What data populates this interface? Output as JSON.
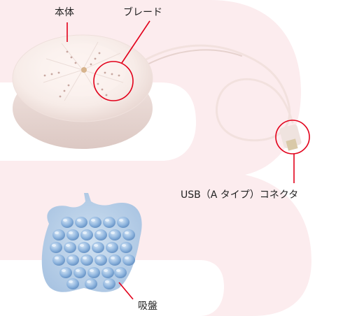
{
  "labels": {
    "body": "本体",
    "blade": "ブレード",
    "usb": "USB（A タイプ）コネクタ",
    "suction": "吸盤"
  },
  "colors": {
    "backdrop": "#fcecee",
    "callout": "#e2001a",
    "device": "#fbf4f2",
    "suction_cup": "#7fa9d6"
  }
}
